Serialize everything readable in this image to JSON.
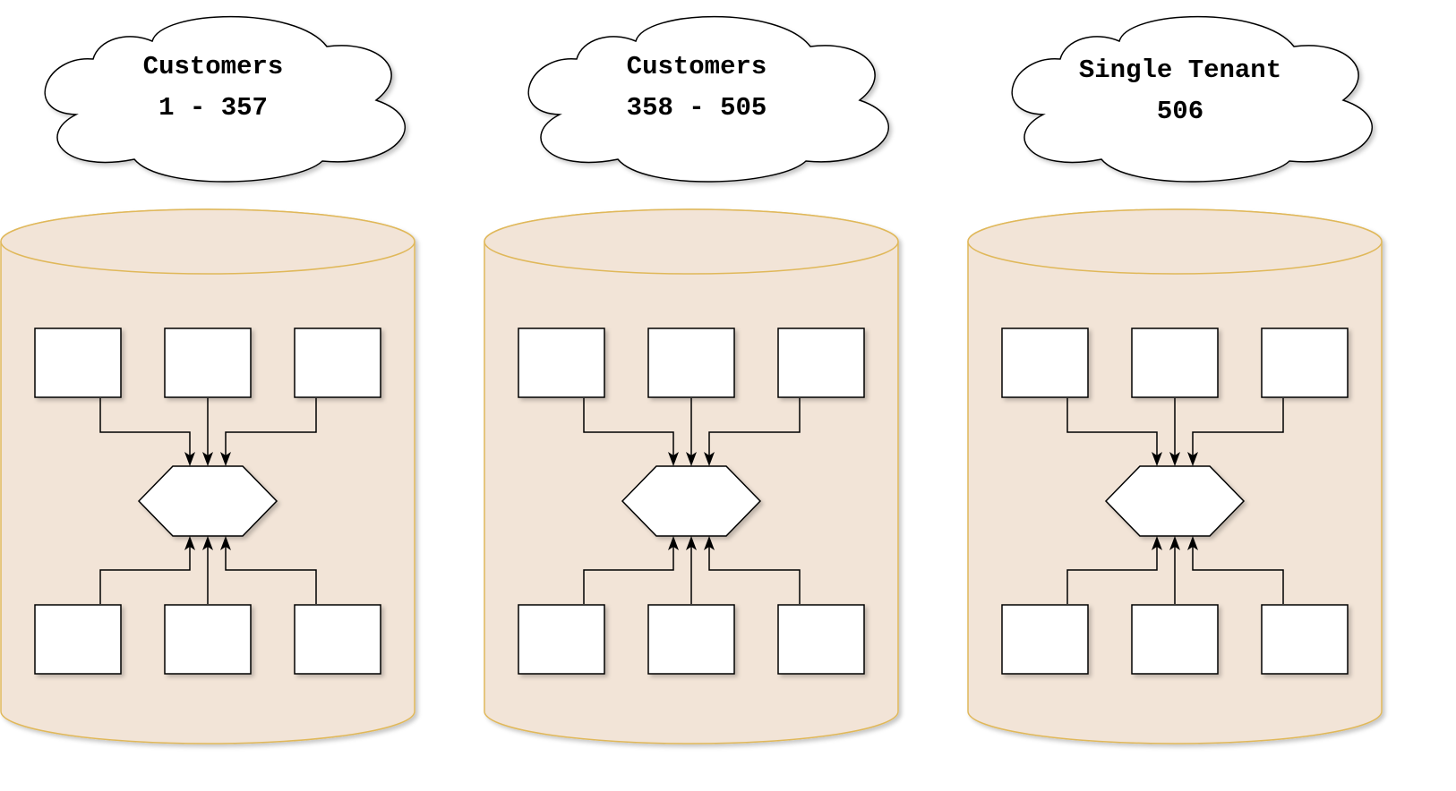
{
  "tenants": [
    {
      "line1": "Customers",
      "line2": "1 - 357"
    },
    {
      "line1": "Customers",
      "line2": "358 - 505"
    },
    {
      "line1": "Single Tenant",
      "line2": "506"
    }
  ],
  "colors": {
    "cylinder_fill": "#f2e4d7",
    "cylinder_stroke": "#e0b85a",
    "shape_fill": "#ffffff",
    "shape_stroke": "#000000"
  }
}
